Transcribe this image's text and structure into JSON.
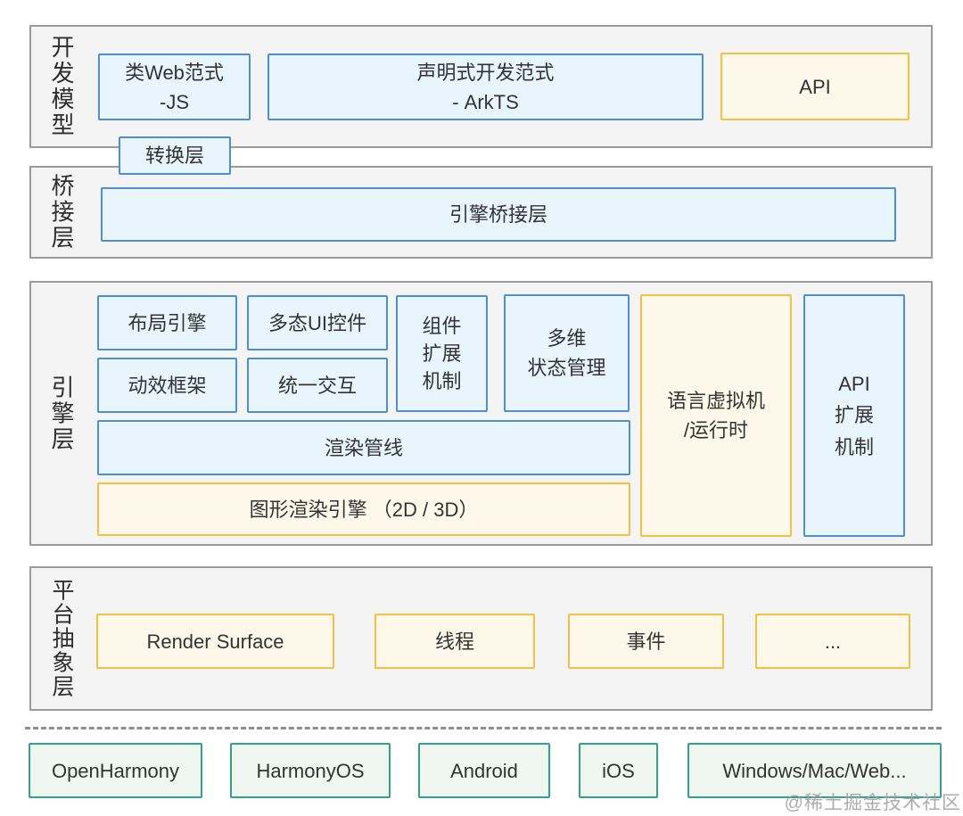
{
  "colors": {
    "blue_border": "#4a90d9",
    "blue_fill": "#e9f5fd",
    "yellow_border": "#f1c13f",
    "yellow_fill": "#fdf8e9",
    "green_border": "#2fa384",
    "green_fill": "#eff6f0",
    "section_fill": "#f4f4f5",
    "section_border": "#9b9b9b"
  },
  "dev_model": {
    "label": "开发模型",
    "web_paradigm": "类Web范式\n-JS",
    "declarative_paradigm": "声明式开发范式\n- ArkTS",
    "api": "API"
  },
  "converter": {
    "label": "转换层"
  },
  "bridge": {
    "label": "桥接层",
    "engine_bridge": "引擎桥接层"
  },
  "engine": {
    "label": "引擎层",
    "layout_engine": "布局引擎",
    "polymorphic_ui": "多态UI控件",
    "component_extension": "组件\n扩展\n机制",
    "multi_state": "多维\n状态管理",
    "animation_framework": "动效框架",
    "unified_interaction": "统一交互",
    "render_pipeline": "渲染管线",
    "graphics_engine": "图形渲染引擎 （2D / 3D）",
    "language_vm": "语言虚拟机\n/运行时",
    "api_extension": "API\n扩展\n机制"
  },
  "platform_abstraction": {
    "label": "平台抽象层",
    "render_surface": "Render Surface",
    "thread": "线程",
    "event": "事件",
    "more": "..."
  },
  "platforms": {
    "openharmony": "OpenHarmony",
    "harmonyos": "HarmonyOS",
    "android": "Android",
    "ios": "iOS",
    "windows_mac_web": "Windows/Mac/Web..."
  },
  "watermark": "@稀土掘金技术社区"
}
